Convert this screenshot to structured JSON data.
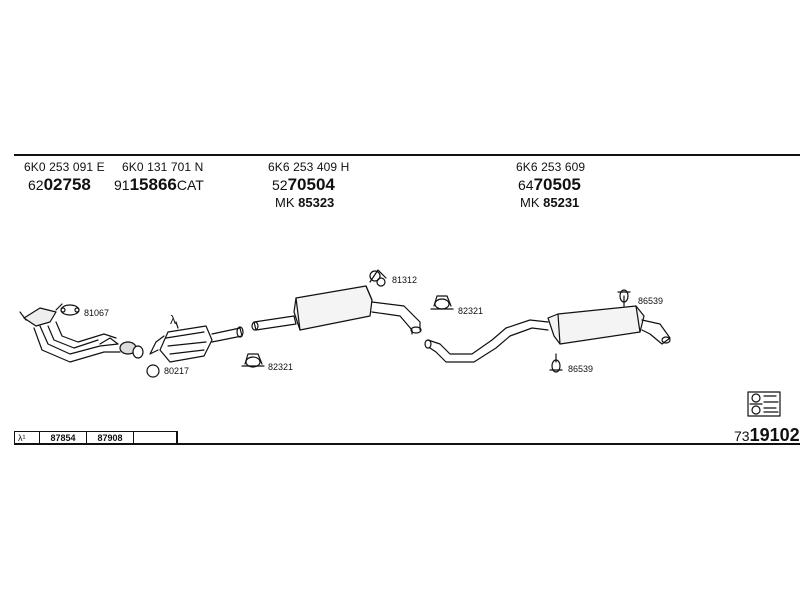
{
  "header": {
    "groups": [
      {
        "oe": "6K0 253 091 E",
        "ref_prefix": "62",
        "ref_main": "02758",
        "ref_suffix": "",
        "mk": ""
      },
      {
        "oe": "6K0 131 701 N",
        "ref_prefix": "91",
        "ref_main": "15866",
        "ref_suffix": "CAT",
        "mk": ""
      },
      {
        "oe": "6K6 253 409 H",
        "ref_prefix": "52",
        "ref_main": "70504",
        "ref_suffix": "",
        "mk_prefix": "MK",
        "mk": "85323"
      },
      {
        "oe": "6K6 253 609",
        "ref_prefix": "64",
        "ref_main": "70505",
        "ref_suffix": "",
        "mk_prefix": "MK",
        "mk": "85231"
      }
    ]
  },
  "callouts": {
    "c81067": "81067",
    "c80217": "80217",
    "lambda": "λ",
    "c82321a": "82321",
    "c81312": "81312",
    "c82321b": "82321",
    "c86539a": "86539",
    "c86539b": "86539"
  },
  "sensor_table": {
    "symbol": "λ¹",
    "values": [
      "87854",
      "87908"
    ]
  },
  "kit": {
    "prefix": "73",
    "main": "19102"
  },
  "icons": [
    "catalogue-logo-icon"
  ]
}
